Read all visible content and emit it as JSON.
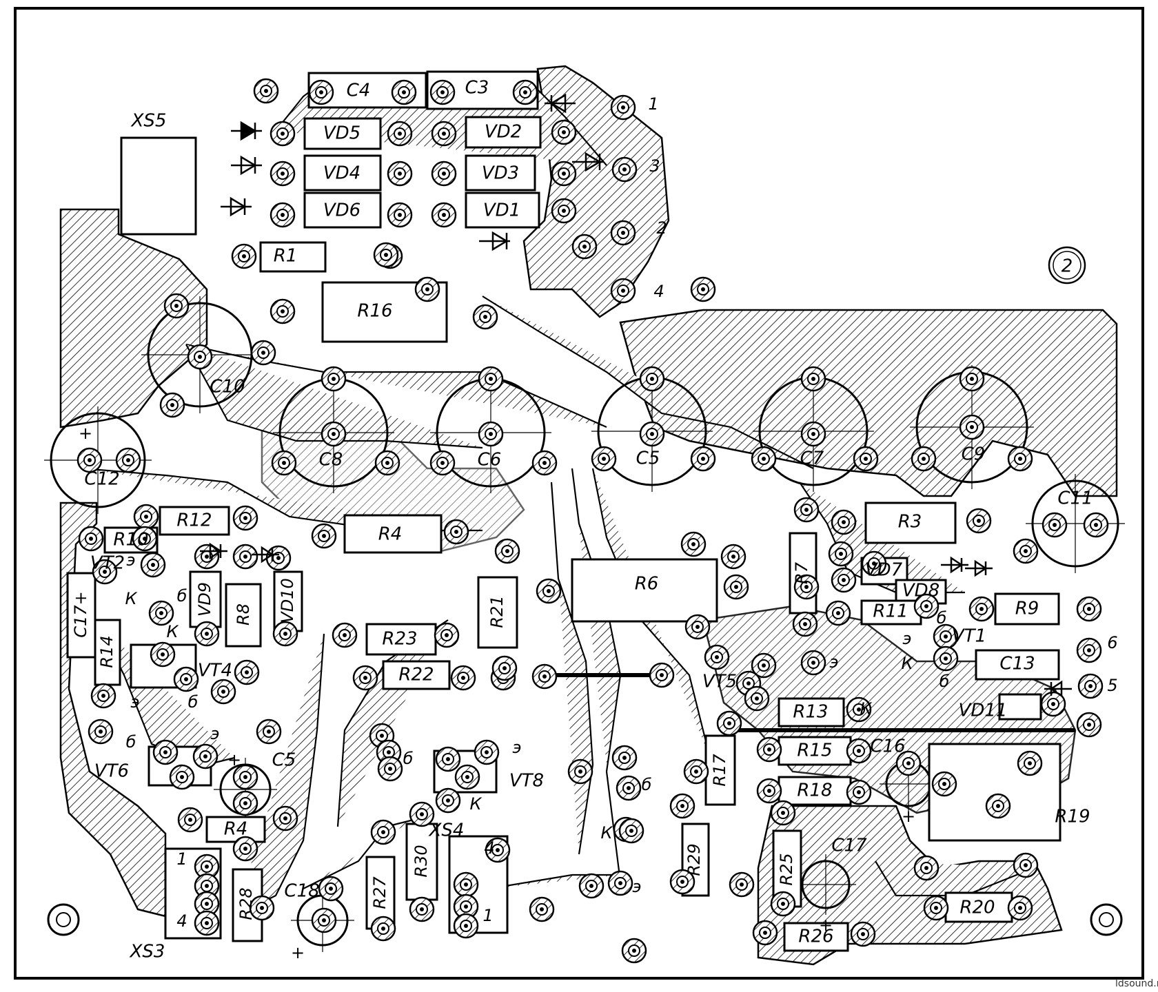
{
  "board": {
    "figure_number": "2",
    "site": "ldsound.ru"
  },
  "components": [
    {
      "id": "C4",
      "label": "C4"
    },
    {
      "id": "C3",
      "label": "C3"
    },
    {
      "id": "VD5",
      "label": "VD5"
    },
    {
      "id": "VD2",
      "label": "VD2"
    },
    {
      "id": "VD4",
      "label": "VD4"
    },
    {
      "id": "VD3",
      "label": "VD3"
    },
    {
      "id": "VD6",
      "label": "VD6"
    },
    {
      "id": "VD1",
      "label": "VD1"
    },
    {
      "id": "R1",
      "label": "R1"
    },
    {
      "id": "R16",
      "label": "R16"
    },
    {
      "id": "XS5",
      "label": "XS5"
    },
    {
      "id": "C10",
      "label": "C10"
    },
    {
      "id": "C12",
      "label": "C12"
    },
    {
      "id": "C8",
      "label": "C8"
    },
    {
      "id": "C6",
      "label": "C6"
    },
    {
      "id": "C5a",
      "label": "C5"
    },
    {
      "id": "C7",
      "label": "C7"
    },
    {
      "id": "C9",
      "label": "C9"
    },
    {
      "id": "C11",
      "label": "C11"
    },
    {
      "id": "R12",
      "label": "R12"
    },
    {
      "id": "R10",
      "label": "R10"
    },
    {
      "id": "VT2",
      "label": "VT2"
    },
    {
      "id": "VD9",
      "label": "VD9"
    },
    {
      "id": "R8",
      "label": "R8"
    },
    {
      "id": "VD10",
      "label": "VD10"
    },
    {
      "id": "R4a",
      "label": "R4"
    },
    {
      "id": "R21",
      "label": "R21"
    },
    {
      "id": "R6",
      "label": "R6"
    },
    {
      "id": "R7",
      "label": "R7"
    },
    {
      "id": "R3",
      "label": "R3"
    },
    {
      "id": "VD7",
      "label": "VD7"
    },
    {
      "id": "VD8",
      "label": "VD8"
    },
    {
      "id": "R11",
      "label": "R11"
    },
    {
      "id": "R9",
      "label": "R9"
    },
    {
      "id": "VT1",
      "label": "VT1"
    },
    {
      "id": "C13",
      "label": "C13"
    },
    {
      "id": "C17a",
      "label": "C17+"
    },
    {
      "id": "R14",
      "label": "R14"
    },
    {
      "id": "VT4",
      "label": "VT4"
    },
    {
      "id": "R23",
      "label": "R23"
    },
    {
      "id": "R22",
      "label": "R22"
    },
    {
      "id": "VT5",
      "label": "VT5"
    },
    {
      "id": "R13",
      "label": "R13"
    },
    {
      "id": "VD11",
      "label": "VD11"
    },
    {
      "id": "VT6",
      "label": "VT6"
    },
    {
      "id": "C5b",
      "label": "C5"
    },
    {
      "id": "VT8",
      "label": "VT8"
    },
    {
      "id": "R17",
      "label": "R17"
    },
    {
      "id": "R15",
      "label": "R15"
    },
    {
      "id": "C16",
      "label": "C16"
    },
    {
      "id": "R18",
      "label": "R18"
    },
    {
      "id": "R19",
      "label": "R19"
    },
    {
      "id": "R4b",
      "label": "R4"
    },
    {
      "id": "R28",
      "label": "R28"
    },
    {
      "id": "C18",
      "label": "C18"
    },
    {
      "id": "R27",
      "label": "R27"
    },
    {
      "id": "R30",
      "label": "R30"
    },
    {
      "id": "XS4",
      "label": "XS4"
    },
    {
      "id": "R29",
      "label": "R29"
    },
    {
      "id": "R25",
      "label": "R25"
    },
    {
      "id": "C17b",
      "label": "C17"
    },
    {
      "id": "R26",
      "label": "R26"
    },
    {
      "id": "R20",
      "label": "R20"
    },
    {
      "id": "XS3",
      "label": "XS3"
    }
  ],
  "pins": {
    "top_1": "1",
    "top_3": "3",
    "top_2": "2",
    "top_4": "4",
    "right_6": "6",
    "right_5": "5",
    "xs4_4": "4",
    "xs4_1": "1",
    "xs3_1": "1",
    "xs3_4": "4",
    "vt2_e": "э",
    "vt2_k": "К",
    "vt2_b": "б",
    "vt4_k": "К",
    "vt4_e": "э",
    "vt4_b": "б",
    "vt1_b": "б",
    "vt1_e": "э",
    "vt1_k": "К",
    "vt5_e": "э",
    "vt5_b": "б",
    "vt5_k": "К",
    "vt6_e": "э",
    "vt6_b": "б",
    "vt8_b": "б",
    "vt8_e": "э",
    "vt8_k": "К",
    "vt7_b": "б",
    "vt7_k": "К",
    "vt7_e": "э",
    "plus_c5": "+",
    "plus_c16": "+",
    "plus_c17": "+",
    "plus_c18": "+",
    "plus_c12": "+"
  }
}
